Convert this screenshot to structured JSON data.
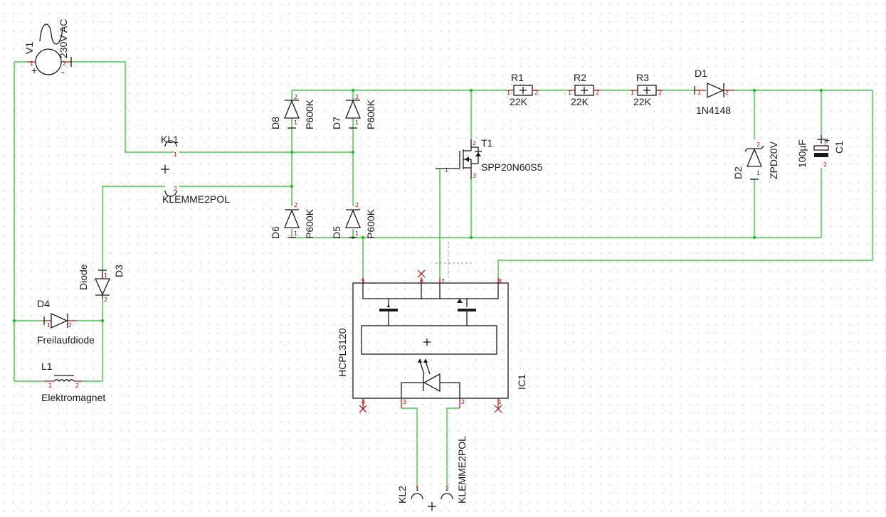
{
  "colors": {
    "wire": "#19c419",
    "symbol": "#1a1a1a",
    "pin": "#c00000",
    "grid": "#c8c8c8"
  },
  "labels": {
    "v1_name": "V1",
    "v1_value": "230V AC",
    "kl1_name": "KL1",
    "kl1_value": "KLEMME2POL",
    "d8_name": "D8",
    "d8_value": "P600K",
    "d7_name": "D7",
    "d7_value": "P600K",
    "d6_name": "D6",
    "d6_value": "P600K",
    "d5_name": "D5",
    "d5_value": "P600K",
    "r1_name": "R1",
    "r1_value": "22K",
    "r2_name": "R2",
    "r2_value": "22K",
    "r3_name": "R3",
    "r3_value": "22K",
    "d1_name": "D1",
    "d1_value": "1N4148",
    "t1_name": "T1",
    "t1_value": "SPP20N60S5",
    "d2_name": "D2",
    "d2_value": "ZPD20V",
    "c1_name": "C1",
    "c1_value": "100µF",
    "d3_name": "D3",
    "d3_value": "Diode",
    "d4_name": "D4",
    "d4_value": "Freilaufdiode",
    "l1_name": "L1",
    "l1_value": "Elektromagnet",
    "ic1_name": "IC1",
    "ic1_value": "HCPL3120",
    "kl2_name": "KL2",
    "kl2_value": "KLEMME2POL"
  },
  "pins": {
    "p1": "1",
    "p2": "2",
    "p3": "3",
    "p4": "4",
    "p5": "5",
    "p6": "6",
    "p7": "7",
    "p8": "8",
    "plus": "+",
    "minus": "-"
  }
}
